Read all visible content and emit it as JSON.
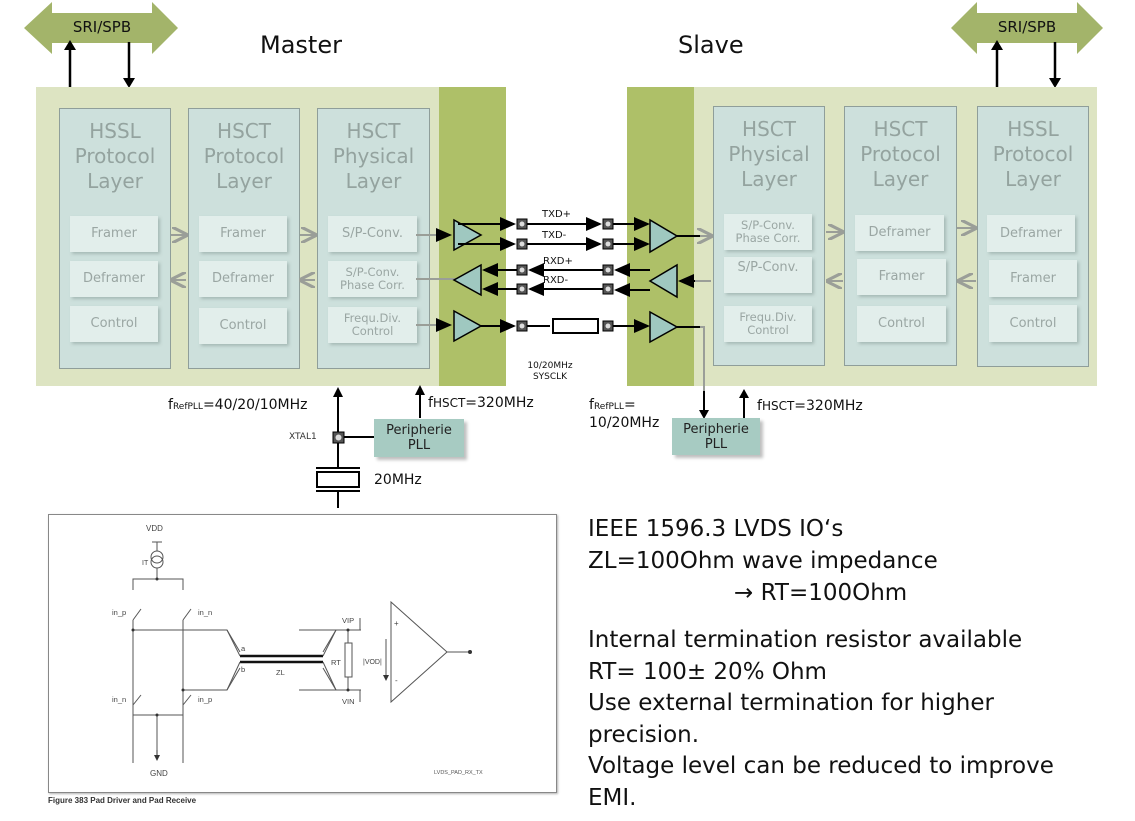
{
  "titles": {
    "master": "Master",
    "slave": "Slave"
  },
  "bus": {
    "left_label": "SRI/SPB",
    "right_label": "SRI/SPB"
  },
  "master_layers": [
    {
      "title": "HSSL Protocol Layer",
      "lines": [
        "HSSL",
        "Protocol",
        "Layer"
      ],
      "blocks": [
        "Framer",
        "Deframer",
        "Control"
      ]
    },
    {
      "title": "HSCT Protocol Layer",
      "lines": [
        "HSCT",
        "Protocol",
        "Layer"
      ],
      "blocks": [
        "Framer",
        "Deframer",
        "Control"
      ]
    },
    {
      "title": "HSCT Physical Layer",
      "lines": [
        "HSCT",
        "Physical",
        "Layer"
      ],
      "blocks": [
        "S/P-Conv.",
        "S/P-Conv. Phase Corr.",
        "Frequ.Div. Control"
      ]
    }
  ],
  "slave_layers": [
    {
      "title": "HSCT Physical Layer",
      "lines": [
        "HSCT",
        "Physical",
        "Layer"
      ],
      "blocks": [
        "S/P-Conv. Phase Corr.",
        "S/P-Conv.",
        "Frequ.Div. Control"
      ]
    },
    {
      "title": "HSCT Protocol Layer",
      "lines": [
        "HSCT",
        "Protocol",
        "Layer"
      ],
      "blocks": [
        "Deframer",
        "Framer",
        "Control"
      ]
    },
    {
      "title": "HSSL Protocol Layer",
      "lines": [
        "HSSL",
        "Protocol",
        "Layer"
      ],
      "blocks": [
        "Deframer",
        "Framer",
        "Control"
      ]
    }
  ],
  "signals": {
    "txd_p": "TXD+",
    "txd_n": "TXD-",
    "rxd_p": "RXD+",
    "rxd_n": "RXD-",
    "sysclk_line1": "10/20MHz",
    "sysclk_line2": "SYSCLK"
  },
  "master_clock": {
    "fref_prefix": "f",
    "fref_sub": "RefPLL",
    "fref_value": "=40/20/10MHz",
    "fhsct_prefix": "f",
    "fhsct_sub": "HSCT",
    "fhsct_value": "=320MHz",
    "pll_line1": "Peripherie",
    "pll_line2": "PLL",
    "xtal_label": "XTAL1",
    "crystal_freq": "20MHz"
  },
  "slave_clock": {
    "fref_prefix": "f",
    "fref_sub": "RefPLL",
    "fref_value_line1": "=",
    "fref_value_line2": "10/20MHz",
    "fhsct_prefix": "f",
    "fhsct_sub": "HSCT",
    "fhsct_value": "=320MHz",
    "pll_line1": "Peripherie",
    "pll_line2": "PLL"
  },
  "figure": {
    "vdd": "VDD",
    "gnd": "GND",
    "current_source": "IT",
    "sw_in_p_top": "in_p",
    "sw_in_n_top": "in_n",
    "sw_in_n_bot": "in_n",
    "sw_in_p_bot": "in_p",
    "node_a": "a",
    "node_b": "b",
    "zl": "ZL",
    "vip": "VIP",
    "vin": "VIN",
    "rt": "RT",
    "vod": "|VOD|",
    "plus": "+",
    "minus": "-",
    "tag": "LVDS_PAD_RX_TX",
    "caption": "Figure 383  Pad Driver and Pad Receive"
  },
  "notes": [
    "IEEE 1596.3 LVDS IO‘s",
    "ZL=100Ohm wave impedance",
    "→ RT=100Ohm",
    "Internal termination resistor available",
    "RT= 100± 20% Ohm",
    "Use external termination for higher",
    "precision.",
    "Voltage level can be reduced to improve",
    "EMI."
  ],
  "colors": {
    "panel": "#dde4c2",
    "pad_strip": "#aec068",
    "layer": "#cde0dc",
    "bus_arrow": "#a3b46a",
    "pll": "#a7cbc2"
  }
}
